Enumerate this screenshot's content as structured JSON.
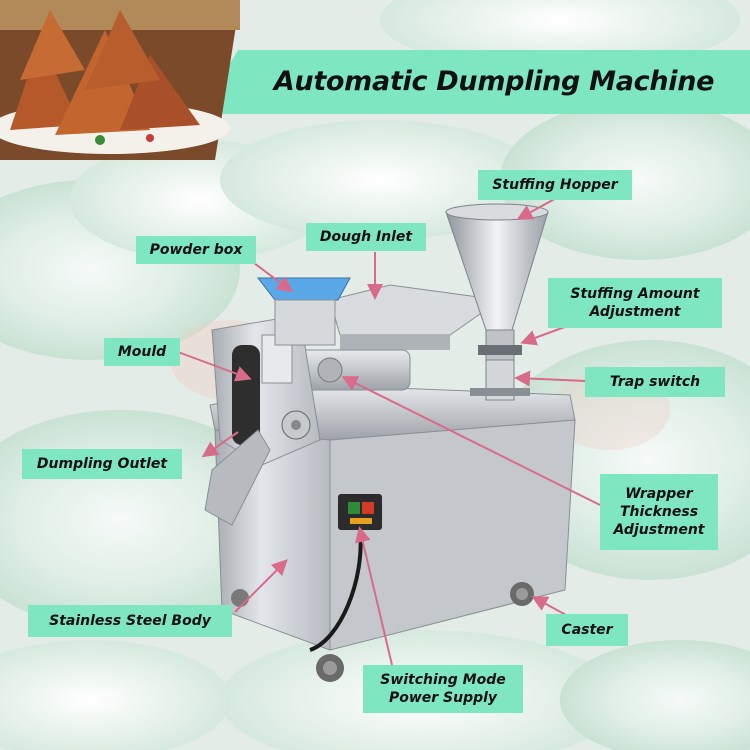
{
  "title": "Automatic Dumpling Machine",
  "labels": {
    "stuffing_hopper": "Stuffing Hopper",
    "dough_inlet": "Dough Inlet",
    "powder_box": "Powder box",
    "stuffing_amount_line1": "Stuffing Amount",
    "stuffing_amount_line2": "Adjustment",
    "mould": "Mould",
    "trap_switch": "Trap switch",
    "dumpling_outlet": "Dumpling Outlet",
    "wrapper_line1": "Wrapper",
    "wrapper_line2": "Thickness",
    "wrapper_line3": "Adjustment",
    "stainless_steel_body": "Stainless Steel Body",
    "caster": "Caster",
    "switching_line1": "Switching Mode",
    "switching_line2": "Power Supply"
  },
  "colors": {
    "label_bg": "#7fe6c2",
    "arrow": "#d86a8a",
    "steel": "#c9ccd0"
  }
}
